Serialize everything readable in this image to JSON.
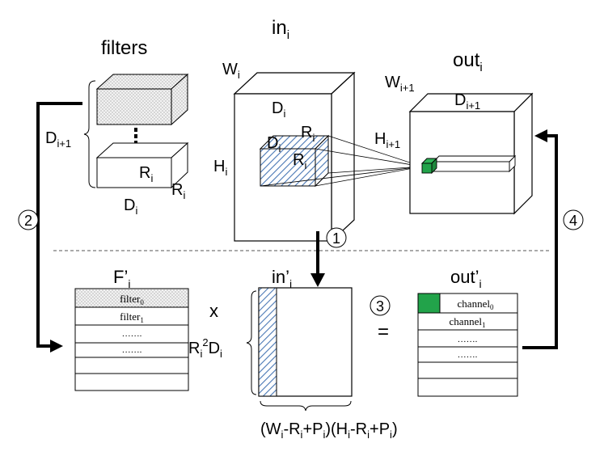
{
  "labels": {
    "filters": "filters",
    "in_i": {
      "base": "in",
      "sub": "i"
    },
    "out_i": {
      "base": "out",
      "sub": "i"
    },
    "W_i": {
      "base": "W",
      "sub": "i"
    },
    "W_i1": {
      "base": "W",
      "sub": "i+1"
    },
    "D_i_in": {
      "base": "D",
      "sub": "i"
    },
    "D_i1_out": {
      "base": "D",
      "sub": "i+1"
    },
    "H_i": {
      "base": "H",
      "sub": "i"
    },
    "H_i1": {
      "base": "H",
      "sub": "i+1"
    },
    "D_i1_left": {
      "base": "D",
      "sub": "i+1"
    },
    "R_i_a": {
      "base": "R",
      "sub": "i"
    },
    "R_i_b": {
      "base": "R",
      "sub": "i"
    },
    "D_i_filter": {
      "base": "D",
      "sub": "i"
    },
    "D_i_patch": {
      "base": "D",
      "sub": "i"
    },
    "R_i_patch_a": {
      "base": "R",
      "sub": "i"
    },
    "R_i_patch_b": {
      "base": "R",
      "sub": "i"
    },
    "F_prime": {
      "base": "F’",
      "sub": "i"
    },
    "in_prime": {
      "base": "in’",
      "sub": "i"
    },
    "out_prime": {
      "base": "out’",
      "sub": "i"
    },
    "times": "x",
    "equals": "=",
    "R2D": {
      "R": "R",
      "Rsub": "i",
      "sup": "2",
      "D": "D",
      "Dsub": "i"
    },
    "dims": {
      "p1": "(W",
      "s1": "i",
      "p2": "-R",
      "s2": "i",
      "p3": "+P",
      "s3": "i",
      "p4": ")(H",
      "s4": "i",
      "p5": "-R",
      "s5": "i",
      "p6": "+P",
      "s6": "i",
      "p7": ")"
    }
  },
  "steps": [
    "1",
    "2",
    "3",
    "4"
  ],
  "filter_rows": [
    {
      "base": "filter",
      "sub": "0"
    },
    {
      "base": "filter",
      "sub": "1"
    },
    {
      "base": "……."
    },
    {
      "base": "……."
    },
    {
      "base": ""
    },
    {
      "base": ""
    }
  ],
  "channel_rows": [
    {
      "base": "channel",
      "sub": "0"
    },
    {
      "base": "channel",
      "sub": "1"
    },
    {
      "base": "……."
    },
    {
      "base": "……."
    },
    {
      "base": ""
    },
    {
      "base": ""
    }
  ],
  "colors": {
    "green": "#22a34a",
    "hatch": "#4a78b5",
    "arrow": "#000000"
  }
}
